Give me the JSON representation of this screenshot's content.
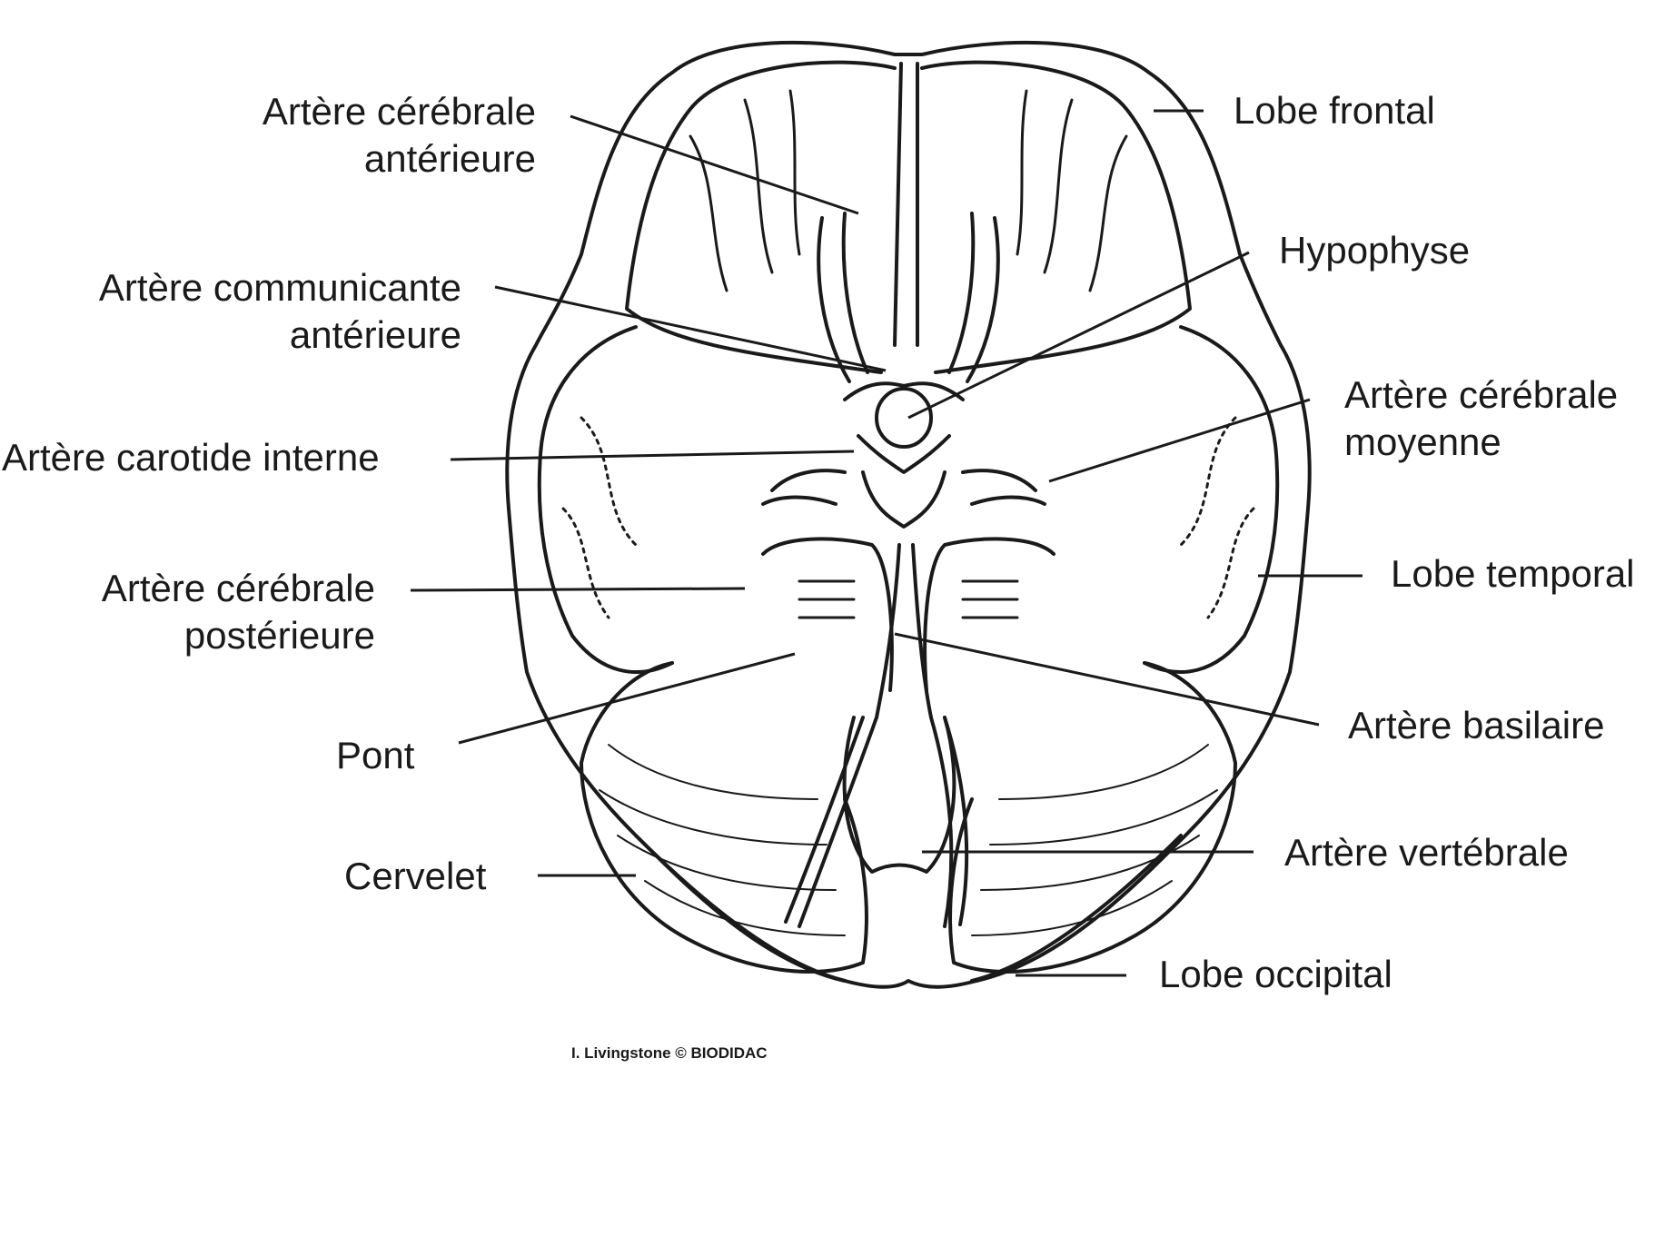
{
  "labels": {
    "arteria_cerebrale_anterieure": [
      "Artère cérébrale",
      "antérieure"
    ],
    "arteria_communicante_anterieure": [
      "Artère communicante",
      "antérieure"
    ],
    "arteria_carotide_interne": "Artère carotide interne",
    "arteria_cerebrale_posterieure": [
      "Artère cérébrale",
      "postérieure"
    ],
    "pont": "Pont",
    "cervelet": "Cervelet",
    "lobe_frontal": "Lobe frontal",
    "hypophyse": "Hypophyse",
    "arteria_cerebrale_moyenne": [
      "Artère cérébrale",
      "moyenne"
    ],
    "lobe_temporal": "Lobe temporal",
    "arteria_basilaire": "Artère basilaire",
    "arteria_vertebrale": "Artère vertébrale",
    "lobe_occipital": "Lobe occipital"
  },
  "credit": "I. Livingstone © BIODIDAC",
  "colors": {
    "ink": "#1a1a1a",
    "background": "#ffffff"
  }
}
